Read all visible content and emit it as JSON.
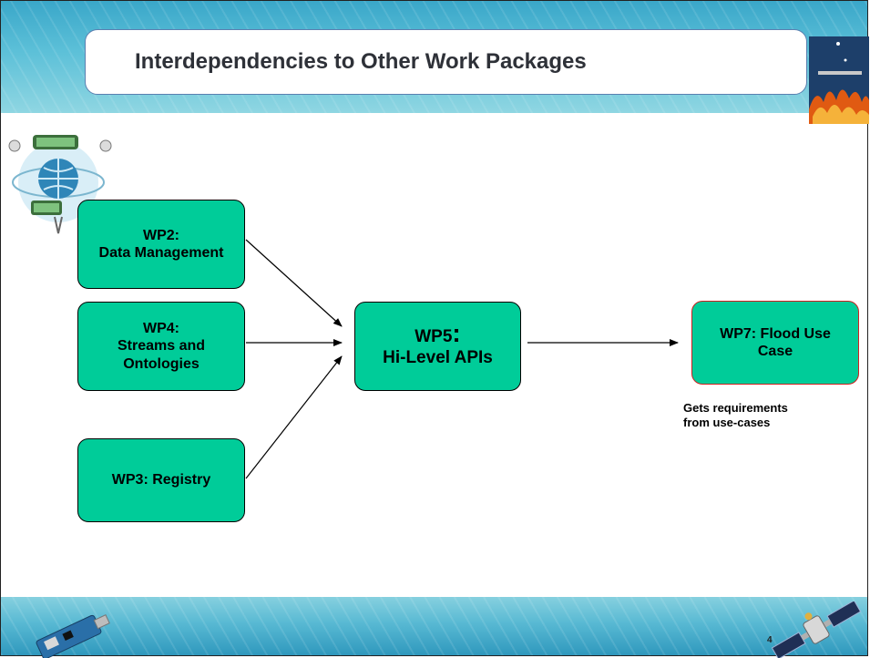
{
  "title": "Interdependencies to Other Work Packages",
  "page_number": "4",
  "nodes": {
    "wp2": {
      "line1": "WP2:",
      "line2": "Data Management"
    },
    "wp4": {
      "line1": "WP4:",
      "line2": "Streams and",
      "line3": "Ontologies"
    },
    "wp3": {
      "line1": "WP3: Registry"
    },
    "wp5": {
      "line1": "WP5",
      "colon": ":",
      "line2": "Hi-Level APIs"
    },
    "wp7": {
      "line1": "WP7: Flood Use",
      "line2": "Case"
    }
  },
  "note": {
    "line1": "Gets requirements",
    "line2": "from use-cases"
  },
  "edges": [
    {
      "from": "wp2",
      "to": "wp5"
    },
    {
      "from": "wp4",
      "to": "wp5"
    },
    {
      "from": "wp3",
      "to": "wp5"
    },
    {
      "from": "wp5",
      "to": "wp7"
    }
  ],
  "colors": {
    "box_fill": "#00cc99",
    "wp7_border": "#d02020",
    "band_blue": "#3aa7c9"
  },
  "icons": {
    "logo": "semsorgrid-logo",
    "top_right": "flood-fire-image",
    "bottom_left": "sensor-board-image",
    "bottom_right": "satellite-image"
  }
}
